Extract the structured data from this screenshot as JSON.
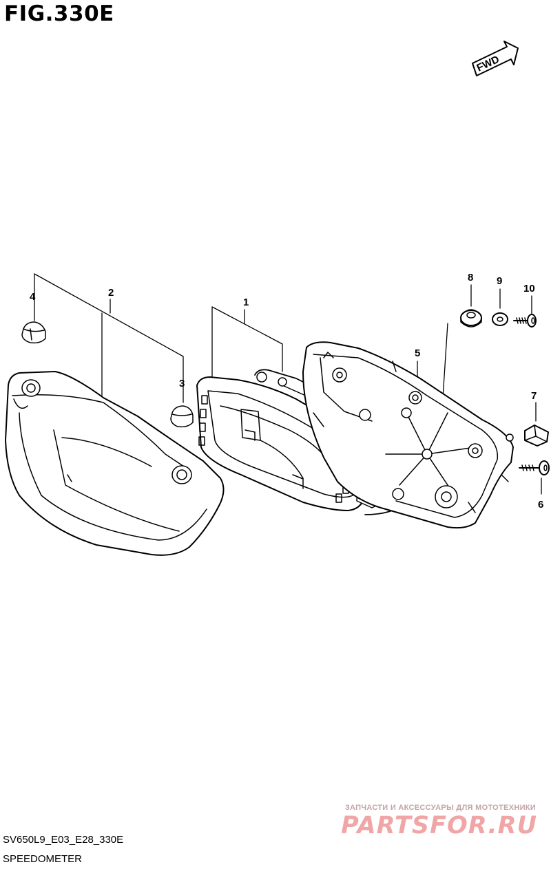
{
  "figure": {
    "title": "FIG.330E",
    "code": "SV650L9_E03_E28_330E",
    "name": "SPEEDOMETER",
    "fwd_label": "FWD"
  },
  "callouts": [
    {
      "id": "1",
      "label": "1"
    },
    {
      "id": "2",
      "label": "2"
    },
    {
      "id": "3",
      "label": "3"
    },
    {
      "id": "4",
      "label": "4"
    },
    {
      "id": "5",
      "label": "5"
    },
    {
      "id": "6",
      "label": "6"
    },
    {
      "id": "7",
      "label": "7"
    },
    {
      "id": "8",
      "label": "8"
    },
    {
      "id": "9",
      "label": "9"
    },
    {
      "id": "10",
      "label": "10"
    }
  ],
  "watermark": {
    "tagline": "ЗАПЧАСТИ И АКСЕССУАРЫ ДЛЯ МОТОТЕХНИКИ",
    "logo": "PARTSFOR.RU"
  }
}
